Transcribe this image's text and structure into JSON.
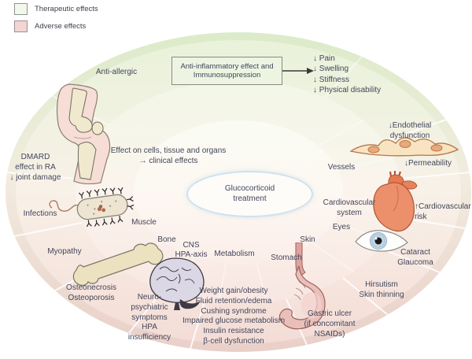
{
  "figure": {
    "legend": [
      {
        "label": "Therapeutic effects",
        "swatch": "#f3f8ec"
      },
      {
        "label": "Adverse effects",
        "swatch": "#f1d6d3"
      }
    ],
    "center": "Glucocorticoid\ntreatment",
    "process_note": "Effect on cells, tissue and organs\n→ clinical effects",
    "therapeutic": {
      "anti_allergic": "Anti-allergic",
      "anti_inflammatory": "Anti-inflammatory effect and\nImmunosuppression",
      "outcomes": "↓ Pain\n↓ Swelling\n↓ Stiffness\n↓ Physical disability",
      "dmard": "DMARD\neffect in RA\n↓ joint damage",
      "endothelial": "↓Endothelial\ndysfunction",
      "permeability": "↓Permeability"
    },
    "organs": {
      "muscle": "Muscle",
      "bone": "Bone",
      "cns": "CNS\nHPA-axis",
      "metabolism": "Metabolism",
      "stomach": "Stomach",
      "skin": "Skin",
      "eyes": "Eyes",
      "cardiovascular": "Cardiovascular\nsystem",
      "vessels": "Vessels"
    },
    "adverse": {
      "infections": "Infections",
      "myopathy": "Myopathy",
      "osteo": "Osteonecrosis\nOsteoporosis",
      "neuro": "Neuro-\npsychiatric\nsymptoms\nHPA\ninsufficiency",
      "metabolic": "Weight gain/obesity\nFluid retention/edema\nCushing syndrome\nImpaired glucose metabolism\nInsulin resistance\nβ-cell dysfunction",
      "gastric": "Gastric ulcer\n(if concomitant\nNSAIDs)",
      "hirsutism": "Hirsutism\nSkin thinning",
      "cataract": "Cataract\nGlaucoma",
      "cardiovascular_risk": "↑Cardiovascular\nrisk"
    },
    "colors": {
      "therapeutic_fill": "#f3f8ec",
      "adverse_fill": "#f1d6d3",
      "ellipse_green": "#e9f2da",
      "ellipse_pink": "#f4dcd6",
      "center_ellipse_border": "#cfe2ed",
      "heart_red": "#ec8f6b",
      "text": "#42465a"
    }
  }
}
